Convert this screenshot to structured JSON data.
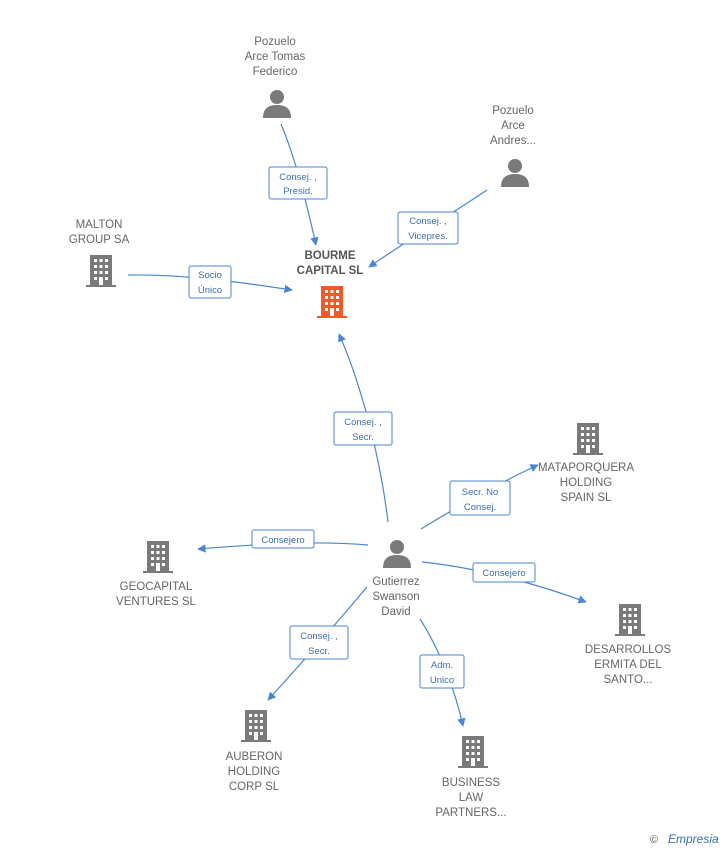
{
  "colors": {
    "edge": "#4a86d0",
    "node": "#7a7a7a",
    "focus": "#f05a28"
  },
  "nodes": {
    "bourme": {
      "lines": [
        "BOURME",
        "CAPITAL  SL"
      ],
      "icon": "building-icon"
    },
    "pozuelo_tomas": {
      "lines": [
        "Pozuelo",
        "Arce Tomas",
        "Federico"
      ],
      "icon": "person-icon"
    },
    "pozuelo_andres": {
      "lines": [
        "Pozuelo",
        "Arce",
        "Andres..."
      ],
      "icon": "person-icon"
    },
    "malton": {
      "lines": [
        "MALTON",
        "GROUP SA"
      ],
      "icon": "building-icon"
    },
    "gutierrez": {
      "lines": [
        "Gutierrez",
        "Swanson",
        "David"
      ],
      "icon": "person-icon"
    },
    "mataporquera": {
      "lines": [
        "MATAPORQUERA",
        "HOLDING",
        "SPAIN  SL"
      ],
      "icon": "building-icon"
    },
    "geocapital": {
      "lines": [
        "GEOCAPITAL",
        "VENTURES  SL"
      ],
      "icon": "building-icon"
    },
    "desarrollos": {
      "lines": [
        "DESARROLLOS",
        "ERMITA DEL",
        "SANTO..."
      ],
      "icon": "building-icon"
    },
    "auberon": {
      "lines": [
        "AUBERON",
        "HOLDING",
        "CORP  SL"
      ],
      "icon": "building-icon"
    },
    "business": {
      "lines": [
        "BUSINESS",
        "LAW",
        "PARTNERS..."
      ],
      "icon": "building-icon"
    }
  },
  "edges": {
    "tomas_bourme": [
      "Consej. ,",
      "Presid."
    ],
    "andres_bourme": [
      "Consej. ,",
      "Vicepres."
    ],
    "malton_bourme": [
      "Socio",
      "Único"
    ],
    "gutierrez_bourme": [
      "Consej. ,",
      "Secr."
    ],
    "gutierrez_mataporquera": [
      "Secr.  No",
      "Consej."
    ],
    "gutierrez_geocapital": [
      "Consejero"
    ],
    "gutierrez_desarrollos": [
      "Consejero"
    ],
    "gutierrez_auberon": [
      "Consej. ,",
      "Secr."
    ],
    "gutierrez_business": [
      "Adm.",
      "Unico"
    ]
  },
  "footer": {
    "copyright": "©",
    "brand": "Empresia"
  }
}
